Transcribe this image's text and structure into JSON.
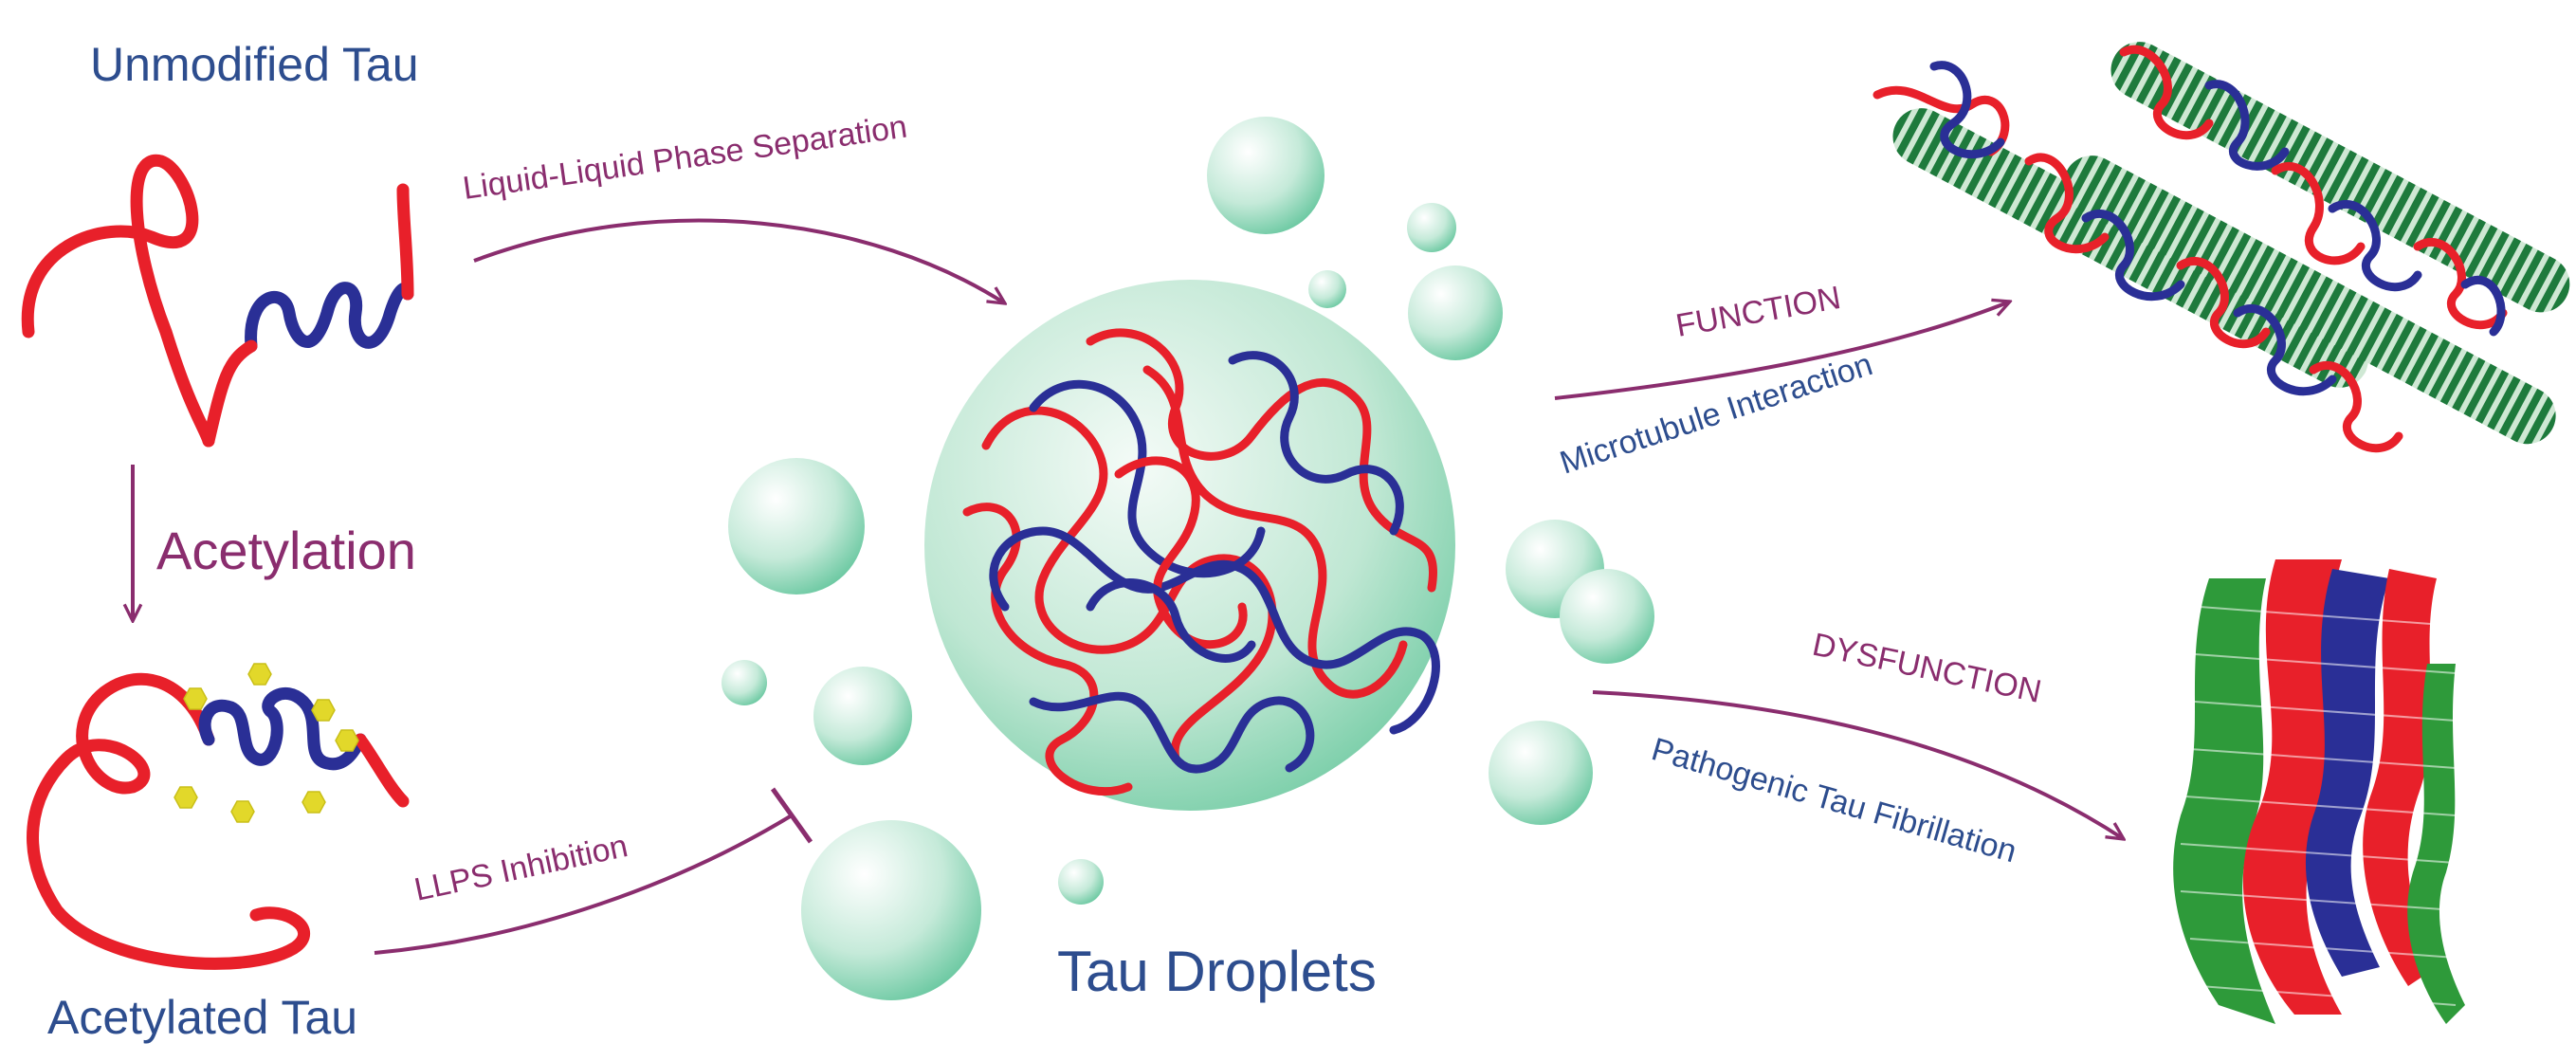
{
  "labels": {
    "unmodified_tau": "Unmodified Tau",
    "acetylation": "Acetylation",
    "acetylated_tau": "Acetylated Tau",
    "llps": "Liquid-Liquid Phase Separation",
    "llps_inhibition": "LLPS Inhibition",
    "tau_droplets": "Tau Droplets",
    "function": "FUNCTION",
    "microtubule_interaction": "Microtubule Interaction",
    "dysfunction": "DYSFUNCTION",
    "pathogenic_fibrillation": "Pathogenic Tau Fibrillation"
  },
  "colors": {
    "tau_red": "#e8202a",
    "tau_blue": "#2a2f96",
    "arrow_purple": "#8a2d6e",
    "label_blue": "#2d4d8e",
    "droplet_green": "#5fc49a",
    "microtubule_green": "#1e7a3c",
    "acetyl_yellow": "#e2d82a",
    "fibril_green": "#2e9a3a"
  }
}
